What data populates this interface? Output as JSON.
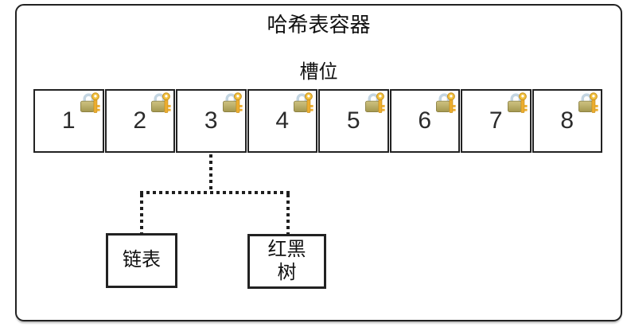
{
  "diagram": {
    "title": "哈希表容器",
    "slots_label": "槽位",
    "slots": [
      "1",
      "2",
      "3",
      "4",
      "5",
      "6",
      "7",
      "8"
    ],
    "lock_icon": "closed-lock-with-key",
    "nodes": {
      "linked_list": "链表",
      "red_black_tree": "红黑树"
    }
  },
  "colors": {
    "stroke": "#222222",
    "lock_body": "#b5a75f",
    "lock_shackle": "#c3d5e2",
    "key_gold": "#edad2e"
  }
}
